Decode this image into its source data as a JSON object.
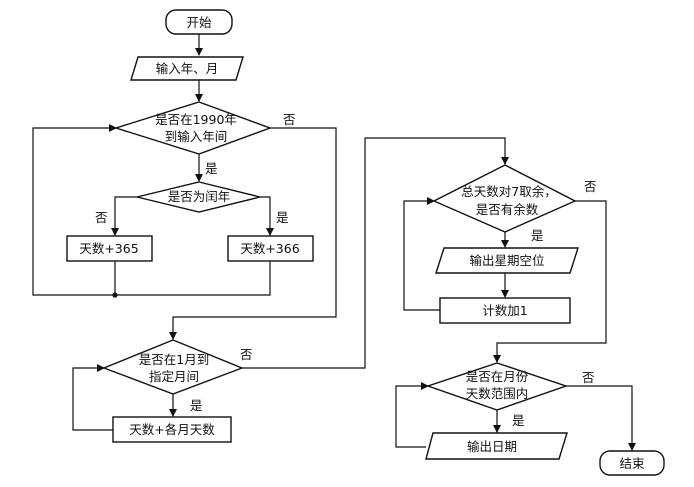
{
  "nodes": {
    "start": "开始",
    "input": "输入年、月",
    "year_loop_1": "是否在1990年",
    "year_loop_2": "到输入年间",
    "leap": "是否为闰年",
    "add_365": "天数+365",
    "add_366": "天数+366",
    "month_loop_1": "是否在1月到",
    "month_loop_2": "指定月间",
    "add_month_days": "天数+各月天数",
    "mod7_1": "总天数对7取余，",
    "mod7_2": "是否有余数",
    "print_blank": "输出星期空位",
    "count_inc": "计数加1",
    "in_month_1": "是否在月份",
    "in_month_2": "天数范围内",
    "print_date": "输出日期",
    "end": "结束"
  },
  "labels": {
    "yes": "是",
    "no": "否"
  }
}
